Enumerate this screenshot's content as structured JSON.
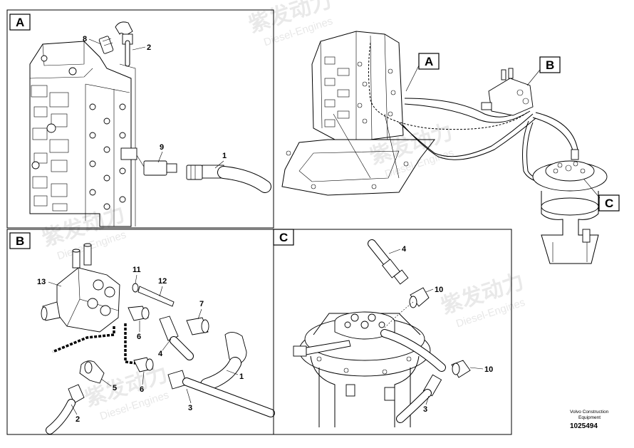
{
  "panels": {
    "A": {
      "label": "A",
      "callouts": [
        "8",
        "2",
        "9",
        "1"
      ]
    },
    "B": {
      "label": "B",
      "callouts": [
        "13",
        "11",
        "12",
        "7",
        "6",
        "4",
        "5",
        "1",
        "6",
        "3",
        "2"
      ]
    },
    "C": {
      "label": "C",
      "callouts": [
        "4",
        "10",
        "10",
        "3"
      ]
    },
    "overview": {
      "callouts": [
        "A",
        "B",
        "C"
      ]
    }
  },
  "watermark": {
    "chinese": "紫发动力",
    "english": "Diesel-Engines"
  },
  "footer": {
    "company_line1": "Volvo Construction",
    "company_line2": "Equipment",
    "document_number": "1025494"
  }
}
